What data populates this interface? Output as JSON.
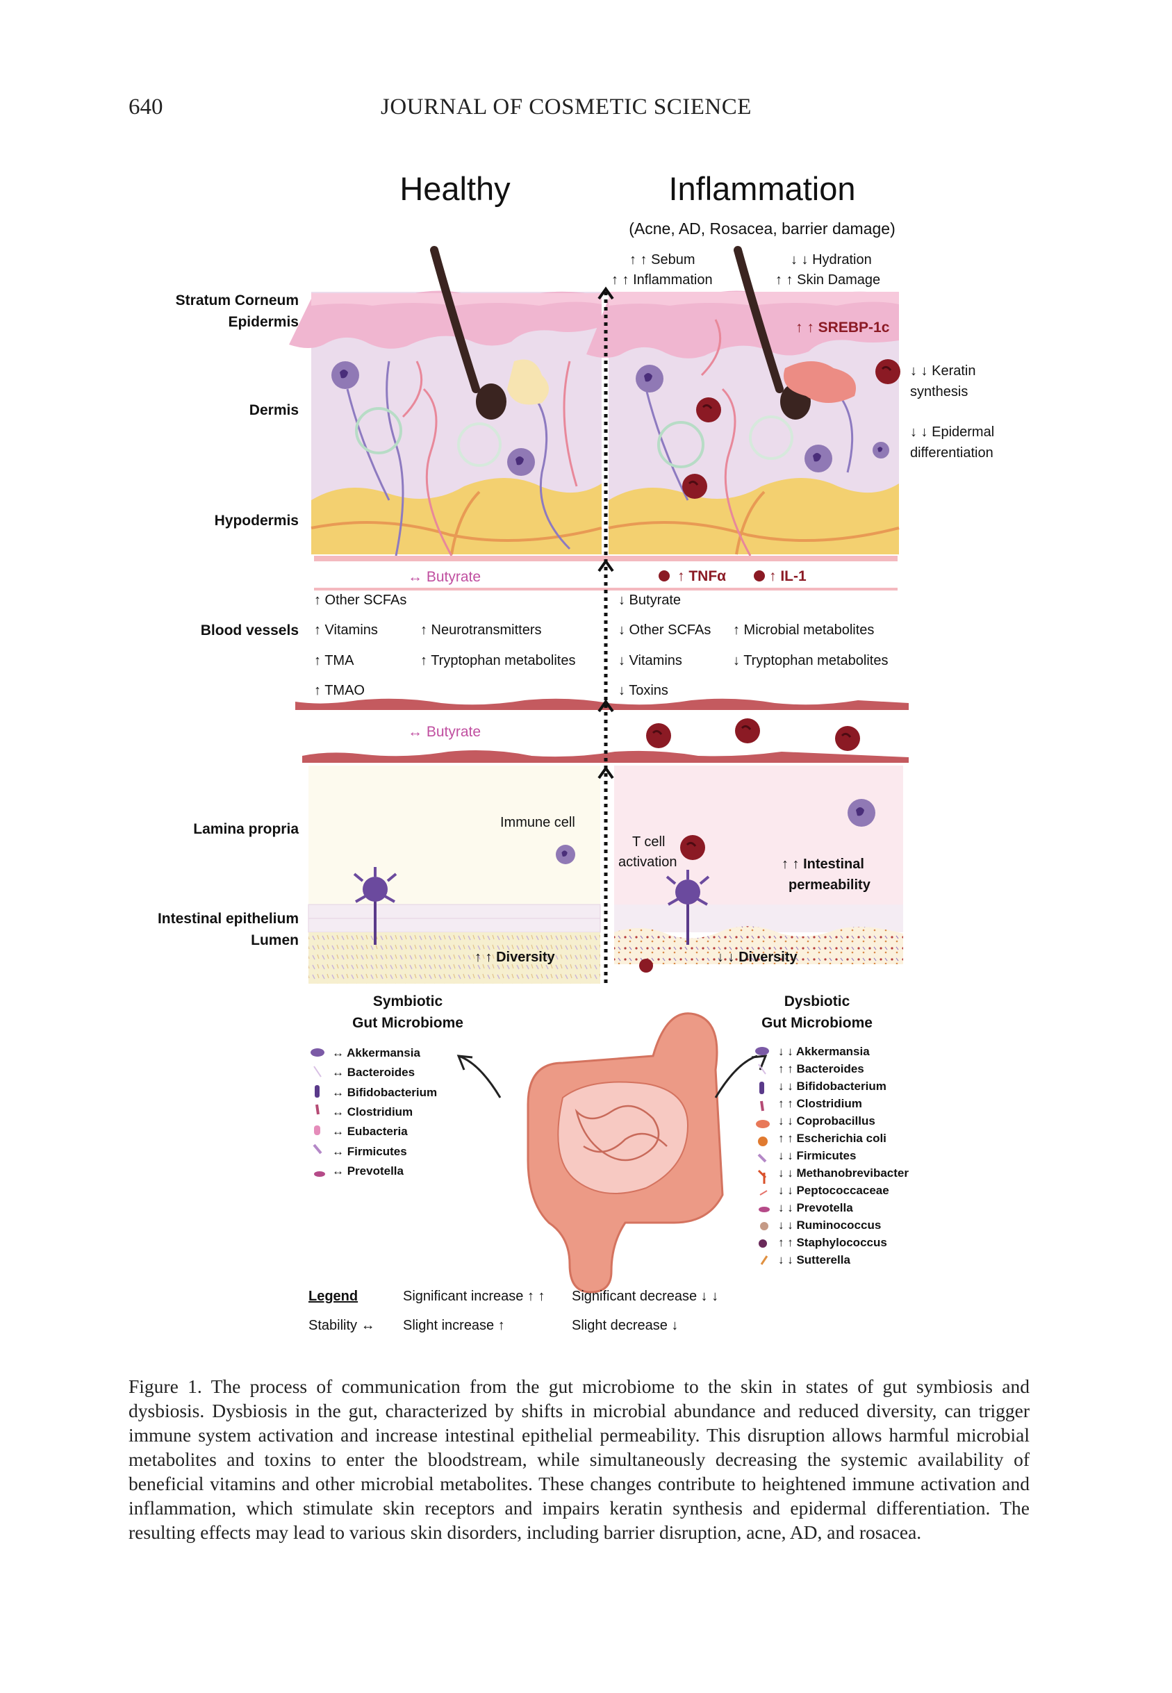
{
  "header": {
    "page_number": "640",
    "journal": "JOURNAL OF COSMETIC SCIENCE"
  },
  "figure": {
    "titles": {
      "healthy": "Healthy",
      "inflammation": "Inflammation",
      "inflammation_sub": "(Acne, AD, Rosacea, barrier damage)"
    },
    "layer_labels": {
      "stratum": "Stratum Corneum",
      "epidermis": "Epidermis",
      "dermis": "Dermis",
      "hypodermis": "Hypodermis",
      "blood_vessels": "Blood vessels",
      "lamina": "Lamina propria",
      "epithelium": "Intestinal epithelium",
      "lumen": "Lumen"
    },
    "inflam_top": {
      "sebum": "↑ ↑ Sebum",
      "inflammation": "↑ ↑ Inflammation",
      "hydration": "↓ ↓ Hydration",
      "skin_damage": "↑ ↑ Skin Damage",
      "srebp": "↑ ↑ SREBP-1c"
    },
    "right_notes": {
      "keratin1": "↓ ↓ Keratin",
      "keratin2": "synthesis",
      "epidermal1": "↓ ↓ Epidermal",
      "epidermal2": "differentiation"
    },
    "blood": {
      "butyrate_stable": "↔ Butyrate",
      "tnf": "↑ TNFα",
      "il1": "↑ IL-1",
      "healthy_left": [
        "↑ Other SCFAs",
        "↑ Vitamins",
        "↑ TMA",
        "↑ TMAO"
      ],
      "healthy_right": [
        "↑ Neurotransmitters",
        "↑ Tryptophan metabolites"
      ],
      "inflam_left": [
        "↓ Butyrate",
        "↓ Other SCFAs",
        "↓ Vitamins",
        "↓ Toxins"
      ],
      "inflam_right": [
        "↑ Microbial metabolites",
        "↓ Tryptophan metabolites"
      ],
      "butyrate_lower": "↔ Butyrate"
    },
    "gut": {
      "immune_cell": "Immune cell",
      "tcell1": "T cell",
      "tcell2": "activation",
      "perm1": "↑ ↑ Intestinal",
      "perm2": "permeability",
      "div_up": "↑ ↑ Diversity",
      "div_down": "↓ ↓ Diversity"
    },
    "symbiotic": {
      "title1": "Symbiotic",
      "title2": "Gut Microbiome",
      "items": [
        "↔ Akkermansia",
        "↔ Bacteroides",
        "↔ Bifidobacterium",
        "↔ Clostridium",
        "↔ Eubacteria",
        "↔ Firmicutes",
        "↔ Prevotella"
      ]
    },
    "dysbiotic": {
      "title1": "Dysbiotic",
      "title2": "Gut Microbiome",
      "items": [
        "↓ ↓ Akkermansia",
        "↑ ↑ Bacteroides",
        "↓ ↓ Bifidobacterium",
        "↑ ↑ Clostridium",
        "↓ ↓ Coprobacillus",
        "↑ ↑ Escherichia coli",
        "↓ ↓ Firmicutes",
        "↓ ↓ Methanobrevibacter",
        "↓ ↓ Peptococcaceae",
        "↓ ↓ Prevotella",
        "↓ ↓ Ruminococcus",
        "↑ ↑ Staphylococcus",
        "↓ ↓ Sutterella"
      ]
    },
    "legend": {
      "title": "Legend",
      "sig_inc": "Significant increase ↑ ↑",
      "sig_dec": "Significant decrease ↓ ↓",
      "stability": "Stability ↔",
      "slight_inc": "Slight increase ↑",
      "slight_dec": "Slight decrease ↓"
    }
  },
  "caption": {
    "label": "Figure 1.",
    "text": "The process of communication from the gut microbiome to the skin in states of gut symbiosis and dysbiosis. Dysbiosis in the gut, characterized by shifts in microbial abundance and reduced diversity, can trigger immune system activation and increase intestinal epithelial permeability. This disruption allows harmful microbial metabolites and toxins to enter the bloodstream, while simultaneously decreasing the systemic availability of beneficial vitamins and other microbial metabolites. These changes contribute to heightened immune activation and inflammation, which stimulate skin receptors and impairs keratin synthesis and epidermal differentiation. The resulting effects may lead to various skin disorders, including barrier disruption, acne, AD, and rosacea."
  },
  "colors": {
    "epidermis": "#f0b6d0",
    "dermis": "#ebdcec",
    "hypodermis": "#f3d070",
    "blood_dark": "#8b1a24",
    "butyrate": "#c04fa0",
    "gut_right_bg": "#fbe9ee",
    "lumen": "#f6efcf"
  }
}
